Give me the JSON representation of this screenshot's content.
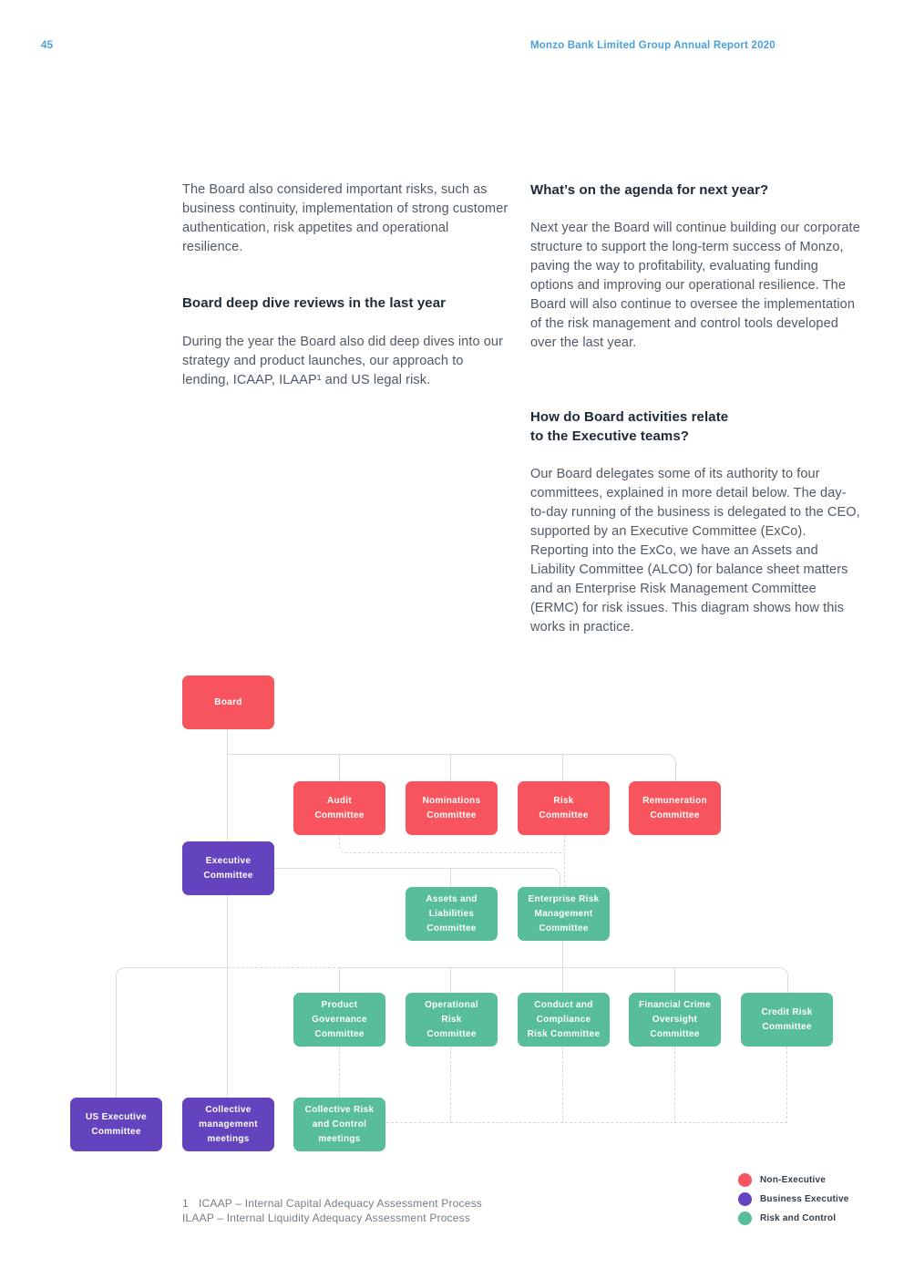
{
  "page": {
    "number": "45",
    "header_title": "Monzo Bank Limited Group Annual Report 2020"
  },
  "left_column": {
    "para1": "The Board also considered important risks, such as business continuity, implementation of strong customer authentication, risk appetites and operational resilience.",
    "heading1": "Board deep dive reviews in the last year",
    "para2": "During the year the Board also did deep dives into our strategy and product launches, our approach to lending, ICAAP, ILAAP¹ and US legal risk."
  },
  "right_column": {
    "heading1": "What’s on the agenda for next year?",
    "para1": "Next year the Board will continue building our corporate structure to support the long-term success of Monzo, paving the way to profitability, evaluating funding options and improving our operational resilience. The Board will also continue to oversee the implementation of the risk management and control tools developed over the last year.",
    "heading2": "How do Board activities relate\nto the Executive teams?",
    "para2": "Our Board delegates some of its authority to four committees, explained in more detail below. The day-to-day running of the business is delegated to the CEO, supported by an Executive Committee (ExCo). Reporting into the ExCo, we have an Assets and Liability Committee (ALCO) for balance sheet matters and an Enterprise Risk Management Committee (ERMC) for risk issues. This diagram shows how this works in practice."
  },
  "diagram": {
    "boxes": [
      {
        "label": "Board",
        "group": "non_executive"
      },
      {
        "label": "Audit\nCommittee",
        "group": "non_executive"
      },
      {
        "label": "Nominations\nCommittee",
        "group": "non_executive"
      },
      {
        "label": "Risk\nCommittee",
        "group": "non_executive"
      },
      {
        "label": "Remuneration\nCommittee",
        "group": "non_executive"
      },
      {
        "label": "Executive\nCommittee",
        "group": "business_executive"
      },
      {
        "label": "Assets and\nLiabilities\nCommittee",
        "group": "risk_and_control"
      },
      {
        "label": "Enterprise Risk\nManagement\nCommittee",
        "group": "risk_and_control"
      },
      {
        "label": "Product\nGovernance\nCommittee",
        "group": "risk_and_control"
      },
      {
        "label": "Operational\nRisk\nCommittee",
        "group": "risk_and_control"
      },
      {
        "label": "Conduct and\nCompliance\nRisk Committee",
        "group": "risk_and_control"
      },
      {
        "label": "Financial Crime\nOversight\nCommittee",
        "group": "risk_and_control"
      },
      {
        "label": "Credit Risk\nCommittee",
        "group": "risk_and_control"
      },
      {
        "label": "US Executive\nCommittee",
        "group": "business_executive"
      },
      {
        "label": "Collective\nmanagement\nmeetings",
        "group": "business_executive"
      },
      {
        "label": "Collective Risk\nand Control\nmeetings",
        "group": "risk_and_control"
      }
    ],
    "legend": [
      {
        "label": "Non-Executive",
        "color": "#F8545E"
      },
      {
        "label": "Business Executive",
        "color": "#6343BE"
      },
      {
        "label": "Risk and Control",
        "color": "#57BD9A"
      }
    ]
  },
  "footnotes": {
    "marker": "1",
    "line1": "ICAAP – Internal Capital Adequacy Assessment Process",
    "line2": "ILAAP – Internal Liquidity Adequacy Assessment Process"
  },
  "colors": {
    "non_executive": "#F8545E",
    "business_executive": "#6343BE",
    "risk_and_control": "#57BD9A",
    "header_blue": "#4AA0D8",
    "connector_gray": "#DBDBDB"
  }
}
